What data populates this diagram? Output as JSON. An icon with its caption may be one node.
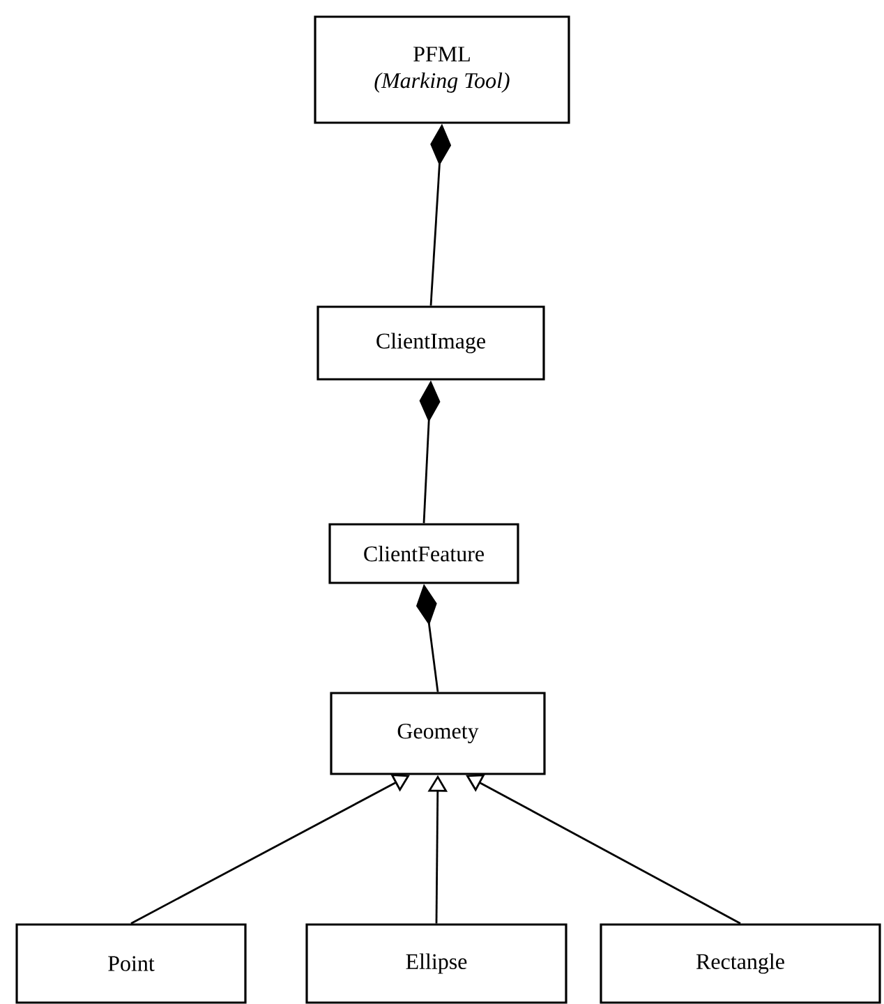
{
  "diagram": {
    "nodes": [
      {
        "text": [
          "PFML",
          "(Marking Tool)"
        ]
      },
      {
        "text": [
          "ClientImage"
        ]
      },
      {
        "text": [
          "ClientFeature"
        ]
      },
      {
        "text": [
          "Geomety"
        ]
      },
      {
        "text": [
          "Point"
        ]
      },
      {
        "text": [
          "Ellipse"
        ]
      },
      {
        "text": [
          "Rectangle"
        ]
      }
    ],
    "edges": [
      {
        "from": 0,
        "to": 1,
        "arrow": "other"
      },
      {
        "from": 1,
        "to": 2,
        "arrow": "other"
      },
      {
        "from": 2,
        "to": 3,
        "arrow": "other"
      },
      {
        "from": 4,
        "to": 3,
        "arrow": "to"
      },
      {
        "from": 5,
        "to": 3,
        "arrow": "to"
      },
      {
        "from": 6,
        "to": 3,
        "arrow": "to"
      }
    ]
  }
}
